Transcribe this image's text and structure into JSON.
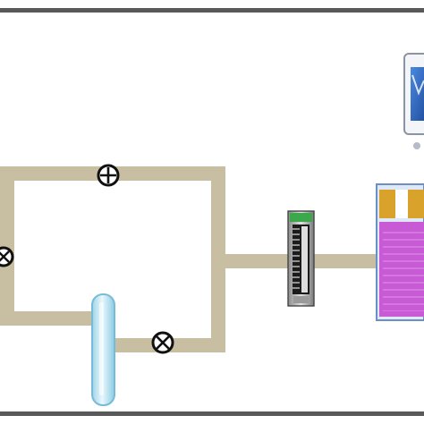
{
  "diagram": {
    "components": [
      {
        "id": "pipe-loop",
        "kind": "pipe"
      },
      {
        "id": "valve-top",
        "kind": "valve"
      },
      {
        "id": "valve-left",
        "kind": "valve"
      },
      {
        "id": "valve-bottom",
        "kind": "valve"
      },
      {
        "id": "inline-tube",
        "kind": "glass-tube"
      },
      {
        "id": "column-module",
        "kind": "vertical-sensor-column"
      },
      {
        "id": "chip-device",
        "kind": "microfluidic-chip"
      },
      {
        "id": "monitor",
        "kind": "computer-display"
      }
    ],
    "colors": {
      "frame": "#595959",
      "pipe": "#c8bea2",
      "tube": "#bfe6f2",
      "chip_body": "#c85ad6",
      "chip_border": "#6d8fc8",
      "chip_pad": "#d9a22a",
      "monitor_screen": "#2b5fb8"
    }
  }
}
